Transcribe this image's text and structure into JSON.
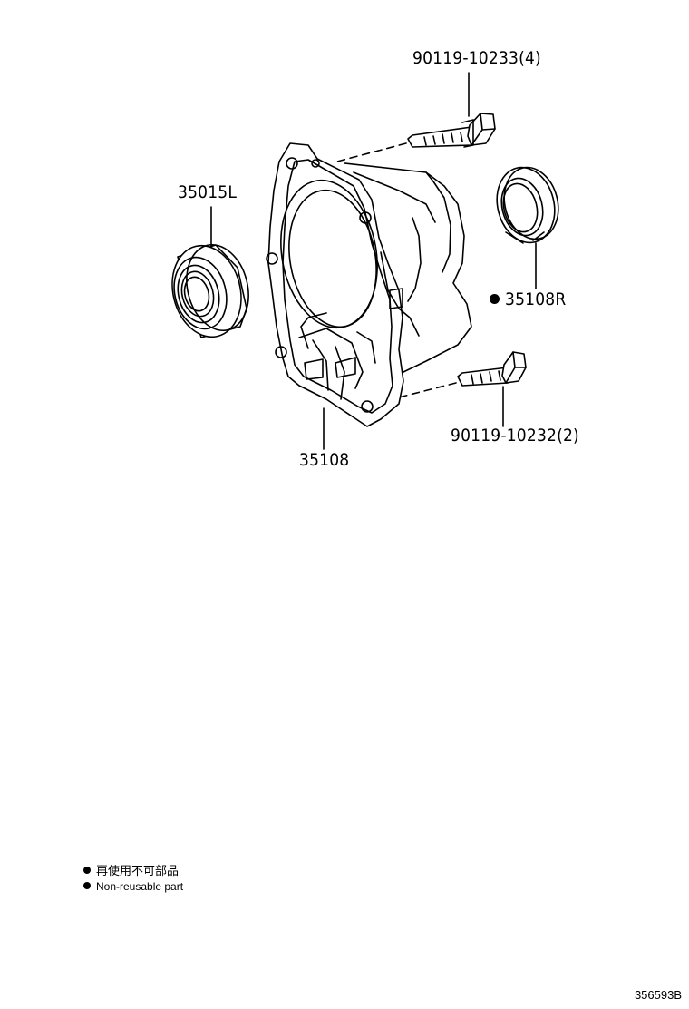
{
  "callouts": {
    "bolt_upper": "90119-10233(4)",
    "bearing_left": "35015L",
    "seal_right": "35108R",
    "housing": "35108",
    "bolt_lower": "90119-10232(2)"
  },
  "legend": {
    "jp_text": "再使用不可部品",
    "en_text": "Non-reusable part"
  },
  "diagram_id": "356593B"
}
